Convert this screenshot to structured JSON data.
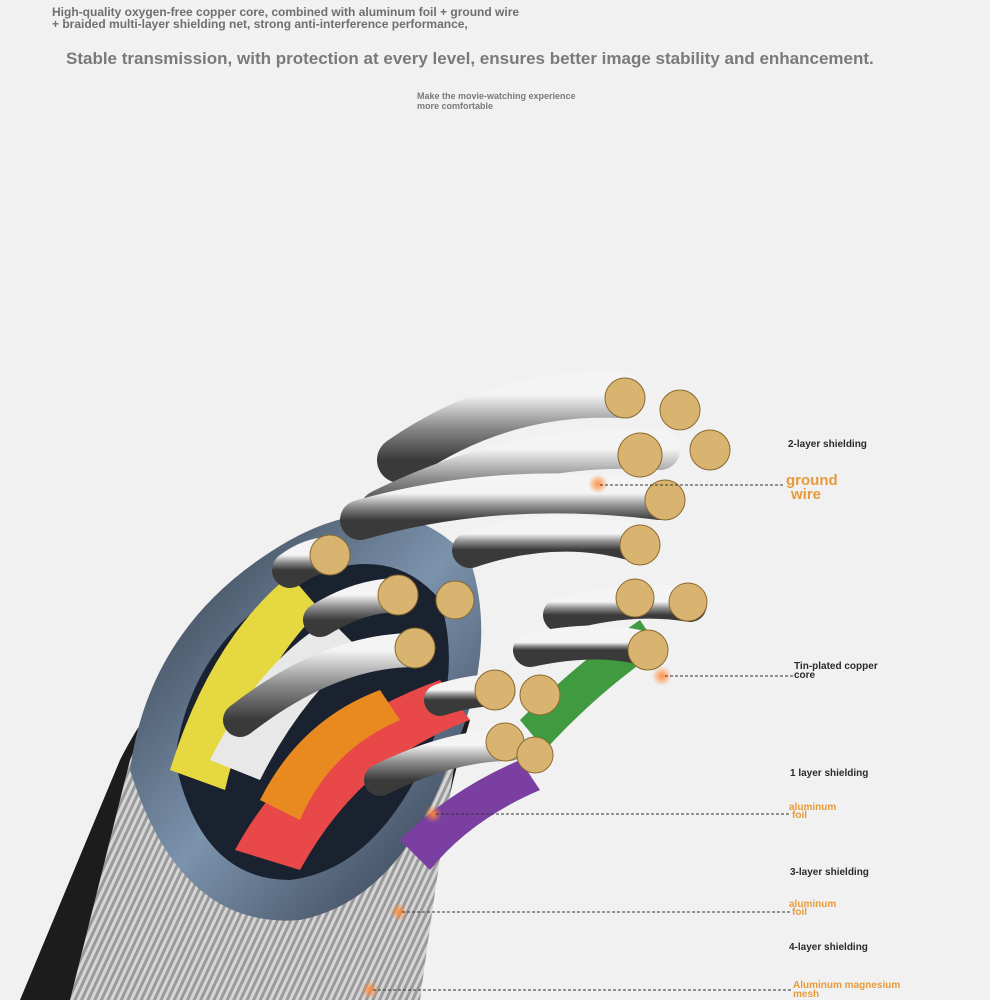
{
  "header": {
    "line1": "High-quality oxygen-free copper core, combined with aluminum foil + ground wire",
    "line2": " + braided multi-layer shielding net, strong anti-interference performance,",
    "headline": "Stable transmission, with protection at every level, ensures better image stability and enhancement.",
    "sub1": "Make the movie-watching experience",
    "sub2": " more comfortable"
  },
  "labels": {
    "shield2_title": "2-layer shielding",
    "ground1": "ground",
    "ground2": "wire",
    "tin1": "Tin-plated copper",
    "tin2": " core",
    "shield1_title": "1 layer shielding",
    "foil1_a": "aluminum",
    "foil1_b": "foil",
    "shield3_title": "3-layer shielding",
    "foil3_a": "aluminum",
    "foil3_b": "foil",
    "shield4_title": "4-layer shielding",
    "mesh1": "Aluminum magnesium",
    "mesh2": " mesh"
  },
  "colors": {
    "background": "#f1f1f1",
    "accent": "#e89a3a",
    "text_dark": "#2a2a2a",
    "text_gray": "#7a7a7a"
  }
}
